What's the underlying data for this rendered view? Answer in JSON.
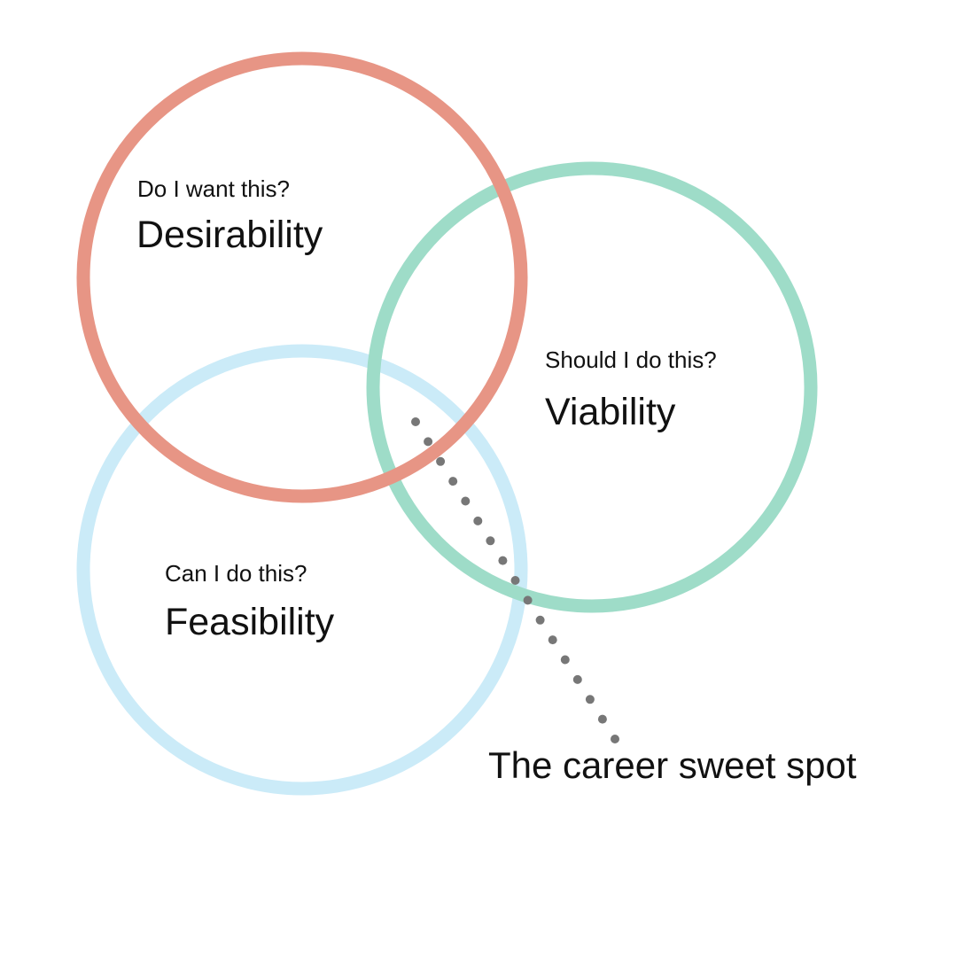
{
  "diagram": {
    "circles": [
      {
        "id": "desirability",
        "question": "Do I want this?",
        "title": "Desirability",
        "color": "#E79585"
      },
      {
        "id": "viability",
        "question": "Should I do this?",
        "title": "Viability",
        "color": "#9EDCC8"
      },
      {
        "id": "feasibility",
        "question": "Can I do this?",
        "title": "Feasibility",
        "color": "#CBEBF8"
      }
    ],
    "pointer": {
      "label": "The career sweet spot",
      "color": "#777777"
    }
  }
}
